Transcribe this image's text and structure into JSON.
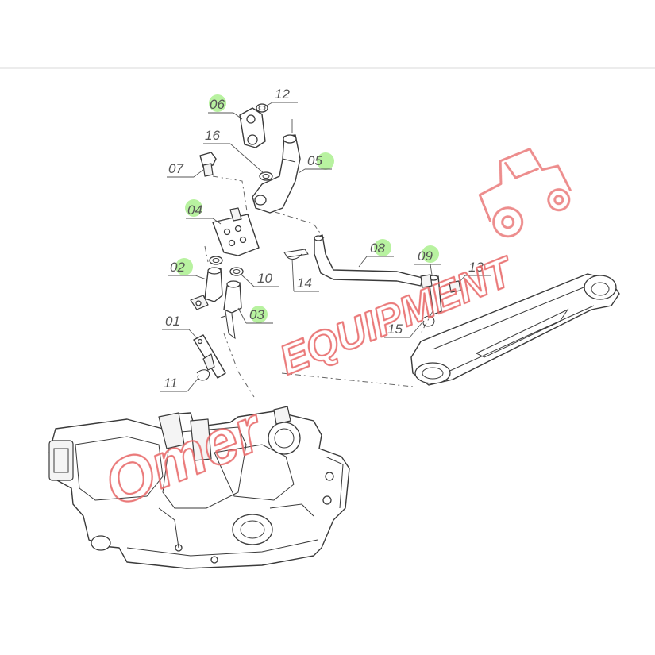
{
  "callouts": {
    "c01": "01",
    "c02": "02",
    "c03": "03",
    "c04": "04",
    "c05": "05",
    "c06": "06",
    "c07": "07",
    "c08": "08",
    "c09": "09",
    "c10": "10",
    "c11": "11",
    "c12": "12",
    "c13": "13",
    "c14": "14",
    "c15": "15",
    "c16": "16"
  },
  "highlighted_callouts": [
    "02",
    "03",
    "04",
    "05",
    "06",
    "08",
    "09"
  ],
  "highlight_color": "#b8f2a0",
  "watermark": {
    "text": "EQUIPMENT",
    "script_text": "Omer",
    "icon": "tractor-icon",
    "color": "#e86a6a"
  }
}
